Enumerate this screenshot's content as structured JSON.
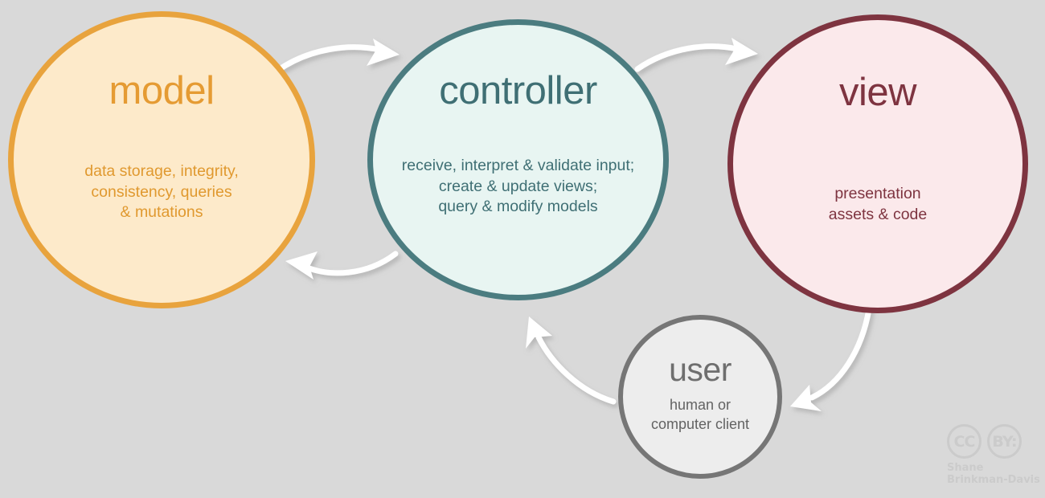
{
  "diagram": {
    "title": "model-view-controller architecture diagram",
    "background_color": "#d9d9d9",
    "nodes": [
      {
        "id": "model",
        "title": "model",
        "description": "data storage, integrity,\nconsistency, queries\n& mutations",
        "description_lines": [
          "data storage, integrity,",
          "consistency, queries",
          "& mutations"
        ],
        "fill_color": "#fdeaca",
        "stroke_color": "#e8a33d",
        "text_color": "#e0992f"
      },
      {
        "id": "controller",
        "title": "controller",
        "description": "receive, interpret & validate input;\ncreate & update views;\nquery & modify models",
        "description_lines": [
          "receive, interpret & validate input;",
          "create & update views;",
          "query & modify models"
        ],
        "fill_color": "#e8f5f2",
        "stroke_color": "#4b7c80",
        "text_color": "#3f6f74"
      },
      {
        "id": "view",
        "title": "view",
        "description": "presentation\nassets & code",
        "description_lines": [
          "presentation",
          "assets & code"
        ],
        "fill_color": "#fbe9eb",
        "stroke_color": "#7e3440",
        "text_color": "#7e3440"
      },
      {
        "id": "user",
        "title": "user",
        "description": "human or\ncomputer client",
        "description_lines": [
          "human or",
          "computer client"
        ],
        "fill_color": "#ededed",
        "stroke_color": "#767676",
        "text_color": "#636363"
      }
    ],
    "arrows": [
      {
        "id": "model-to-controller",
        "from": "model",
        "to": "controller",
        "color": "#ffffff"
      },
      {
        "id": "controller-to-model",
        "from": "controller",
        "to": "model",
        "color": "#ffffff"
      },
      {
        "id": "controller-to-view",
        "from": "controller",
        "to": "view",
        "color": "#ffffff"
      },
      {
        "id": "view-to-user",
        "from": "view",
        "to": "user",
        "color": "#ffffff"
      },
      {
        "id": "user-to-controller",
        "from": "user",
        "to": "controller",
        "color": "#ffffff"
      }
    ]
  },
  "attribution": {
    "license_marks": [
      "CC",
      "BY:"
    ],
    "author_line1": "Shane",
    "author_line2": "Brinkman-Davis",
    "color": "#cbcbcb"
  }
}
